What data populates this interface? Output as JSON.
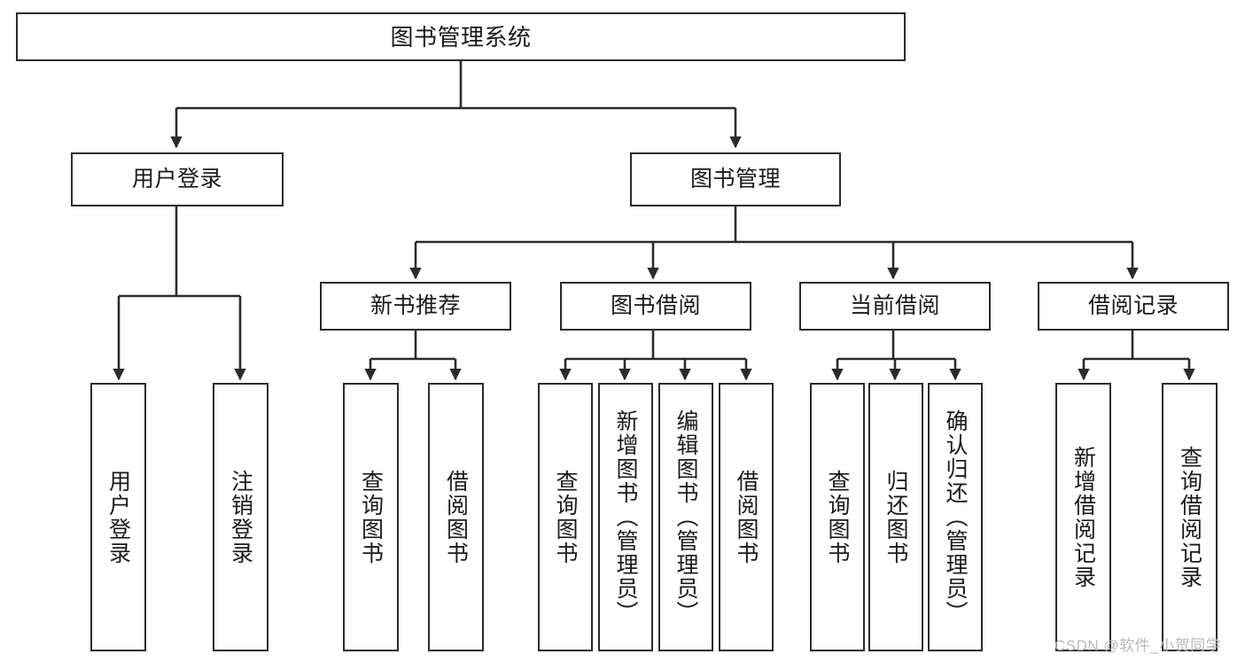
{
  "diagram": {
    "title": "图书管理系统",
    "type": "hierarchy-tree",
    "root": {
      "id": "root",
      "label": "图书管理系统"
    },
    "level2": [
      {
        "id": "user-login",
        "label": "用户登录"
      },
      {
        "id": "book-manage",
        "label": "图书管理"
      }
    ],
    "level3": [
      {
        "id": "new-book-recommend",
        "label": "新书推荐",
        "parent": "book-manage"
      },
      {
        "id": "book-borrow",
        "label": "图书借阅",
        "parent": "book-manage"
      },
      {
        "id": "current-borrow",
        "label": "当前借阅",
        "parent": "book-manage"
      },
      {
        "id": "borrow-record",
        "label": "借阅记录",
        "parent": "book-manage"
      }
    ],
    "leaves": [
      {
        "id": "leaf-user-login",
        "label": "用户登录",
        "parent": "user-login"
      },
      {
        "id": "leaf-user-logout",
        "label": "注销登录",
        "parent": "user-login"
      },
      {
        "id": "leaf-query-book-1",
        "label": "查询图书",
        "parent": "new-book-recommend"
      },
      {
        "id": "leaf-borrow-book-1",
        "label": "借阅图书",
        "parent": "new-book-recommend"
      },
      {
        "id": "leaf-query-book-2",
        "label": "查询图书",
        "parent": "book-borrow"
      },
      {
        "id": "leaf-add-book",
        "label": "新增图书（管理员）",
        "parent": "book-borrow"
      },
      {
        "id": "leaf-edit-book",
        "label": "编辑图书（管理员）",
        "parent": "book-borrow"
      },
      {
        "id": "leaf-borrow-book-2",
        "label": "借阅图书",
        "parent": "book-borrow"
      },
      {
        "id": "leaf-query-book-3",
        "label": "查询图书",
        "parent": "current-borrow"
      },
      {
        "id": "leaf-return-book",
        "label": "归还图书",
        "parent": "current-borrow"
      },
      {
        "id": "leaf-confirm-return",
        "label": "确认归还（管理员）",
        "parent": "current-borrow"
      },
      {
        "id": "leaf-add-record",
        "label": "新增借阅记录",
        "parent": "borrow-record"
      },
      {
        "id": "leaf-query-record",
        "label": "查询借阅记录",
        "parent": "borrow-record"
      }
    ],
    "watermark": "CSDN @软件_小贺同学",
    "colors": {
      "stroke": "#2b2b2b",
      "fill": "#ffffff",
      "text": "#1a1a1a",
      "watermark": "#b9b9b9"
    }
  }
}
